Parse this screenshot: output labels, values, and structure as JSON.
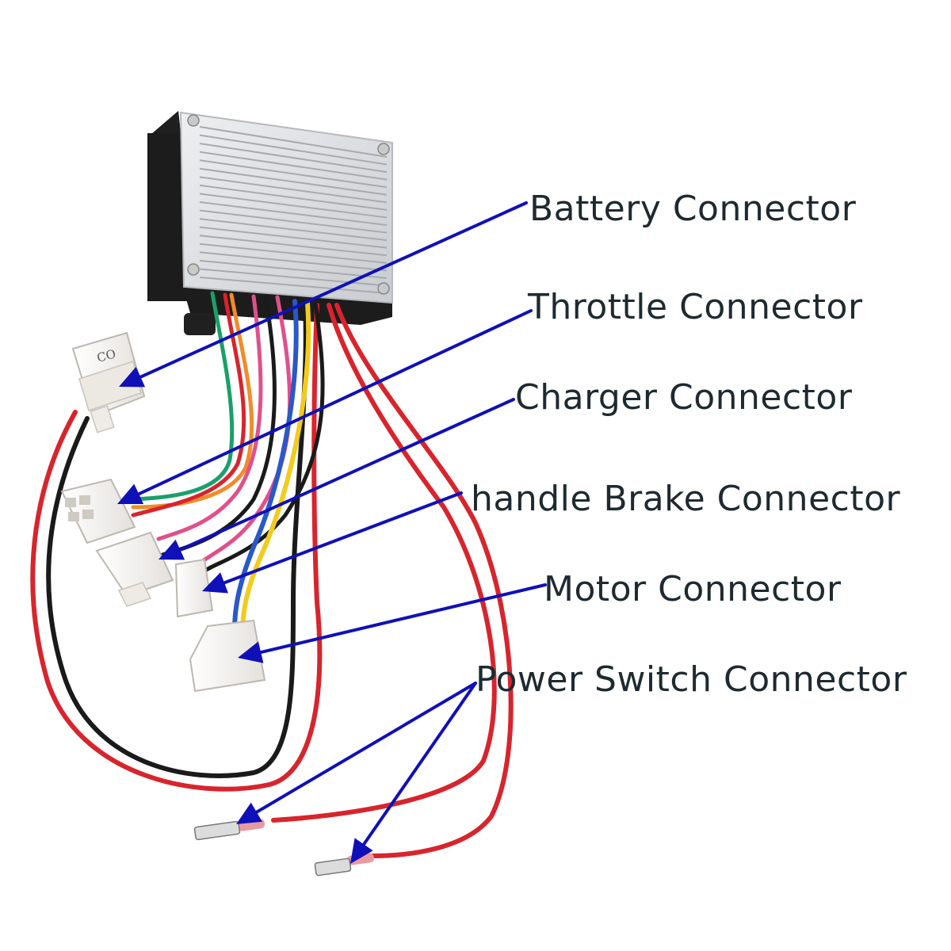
{
  "colors": {
    "arrow": "#1010b8",
    "label_text": "#1e2a30",
    "wire_red": "#d8242c",
    "wire_black": "#1a1a1a",
    "wire_yellow": "#f2cc1c",
    "wire_blue": "#2a58c8",
    "wire_green": "#1aa06a",
    "wire_orange": "#f08c2a",
    "wire_pink": "#e0508a",
    "housing_dark": "#222222",
    "heatsink": "#d9dbde",
    "connector_white": "#f4f2ef"
  },
  "connector_tag": "CO",
  "labels": [
    {
      "id": "battery",
      "text": "Battery Connector"
    },
    {
      "id": "throttle",
      "text": "Throttle Connector"
    },
    {
      "id": "charger",
      "text": "Charger Connector"
    },
    {
      "id": "brake",
      "text": "handle Brake Connector"
    },
    {
      "id": "motor",
      "text": "Motor Connector"
    },
    {
      "id": "power",
      "text": "Power Switch Connector"
    }
  ]
}
